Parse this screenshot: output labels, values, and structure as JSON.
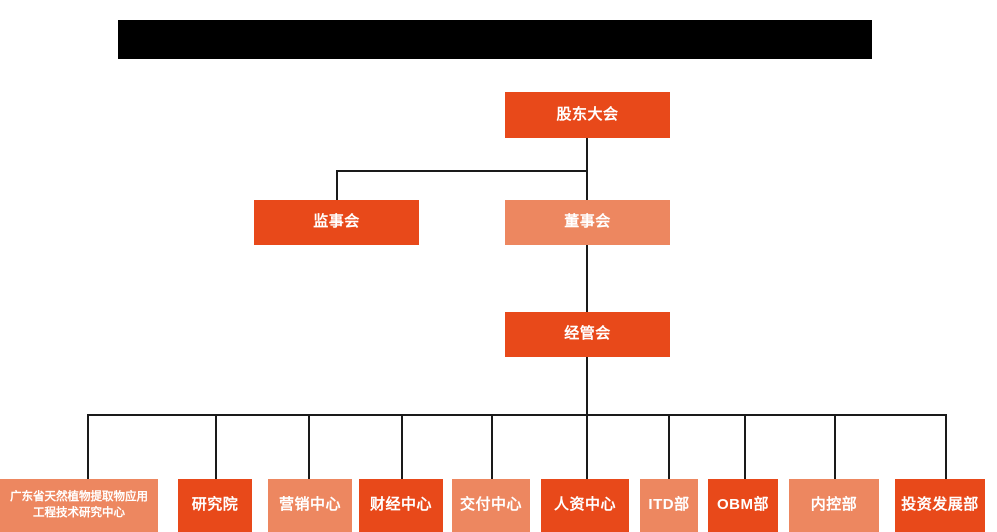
{
  "chart_data": {
    "type": "diagram",
    "title": "",
    "subtype": "organization-chart",
    "orientation": "top-down",
    "colors": {
      "dark_orange": "#E8491A",
      "light_orange": "#ED8760",
      "connector": "#1a1a1a",
      "banner": "#000000",
      "text": "#ffffff",
      "background": "#ffffff"
    },
    "levels": [
      {
        "level": 1,
        "nodes": [
          "股东大会"
        ]
      },
      {
        "level": 2,
        "nodes": [
          "监事会",
          "董事会"
        ]
      },
      {
        "level": 3,
        "nodes": [
          "经管会"
        ]
      },
      {
        "level": 4,
        "nodes": [
          "广东省天然植物提取物应用工程技术研究中心",
          "研究院",
          "营销中心",
          "财经中心",
          "交付中心",
          "人资中心",
          "ITD部",
          "OBM部",
          "内控部",
          "投资发展部"
        ]
      }
    ],
    "edges": [
      {
        "from": "股东大会",
        "to": "监事会"
      },
      {
        "from": "股东大会",
        "to": "董事会"
      },
      {
        "from": "董事会",
        "to": "经管会"
      },
      {
        "from": "经管会",
        "to": "广东省天然植物提取物应用工程技术研究中心"
      },
      {
        "from": "经管会",
        "to": "研究院"
      },
      {
        "from": "经管会",
        "to": "营销中心"
      },
      {
        "from": "经管会",
        "to": "财经中心"
      },
      {
        "from": "经管会",
        "to": "交付中心"
      },
      {
        "from": "经管会",
        "to": "人资中心"
      },
      {
        "from": "经管会",
        "to": "ITD部"
      },
      {
        "from": "经管会",
        "to": "OBM部"
      },
      {
        "from": "经管会",
        "to": "内控部"
      },
      {
        "from": "经管会",
        "to": "投资发展部"
      }
    ]
  },
  "banner": {
    "label": ""
  },
  "nodes": {
    "shareholders_meeting": {
      "label": "股东大会",
      "style": "dark"
    },
    "supervisory_board": {
      "label": "监事会",
      "style": "dark"
    },
    "board_of_directors": {
      "label": "董事会",
      "style": "light"
    },
    "management_committee": {
      "label": "经管会",
      "style": "dark"
    }
  },
  "departments": [
    {
      "label": "广东省天然植物提取物应用工程技术研究中心",
      "style": "light",
      "name": "guangdong-research-center"
    },
    {
      "label": "研究院",
      "style": "dark",
      "name": "research-institute"
    },
    {
      "label": "营销中心",
      "style": "light",
      "name": "marketing-center"
    },
    {
      "label": "财经中心",
      "style": "dark",
      "name": "finance-center"
    },
    {
      "label": "交付中心",
      "style": "light",
      "name": "delivery-center"
    },
    {
      "label": "人资中心",
      "style": "dark",
      "name": "hr-center"
    },
    {
      "label": "ITD部",
      "style": "light",
      "name": "itd-department"
    },
    {
      "label": "OBM部",
      "style": "dark",
      "name": "obm-department"
    },
    {
      "label": "内控部",
      "style": "light",
      "name": "internal-control-department"
    },
    {
      "label": "投资发展部",
      "style": "dark",
      "name": "investment-development-department"
    }
  ]
}
